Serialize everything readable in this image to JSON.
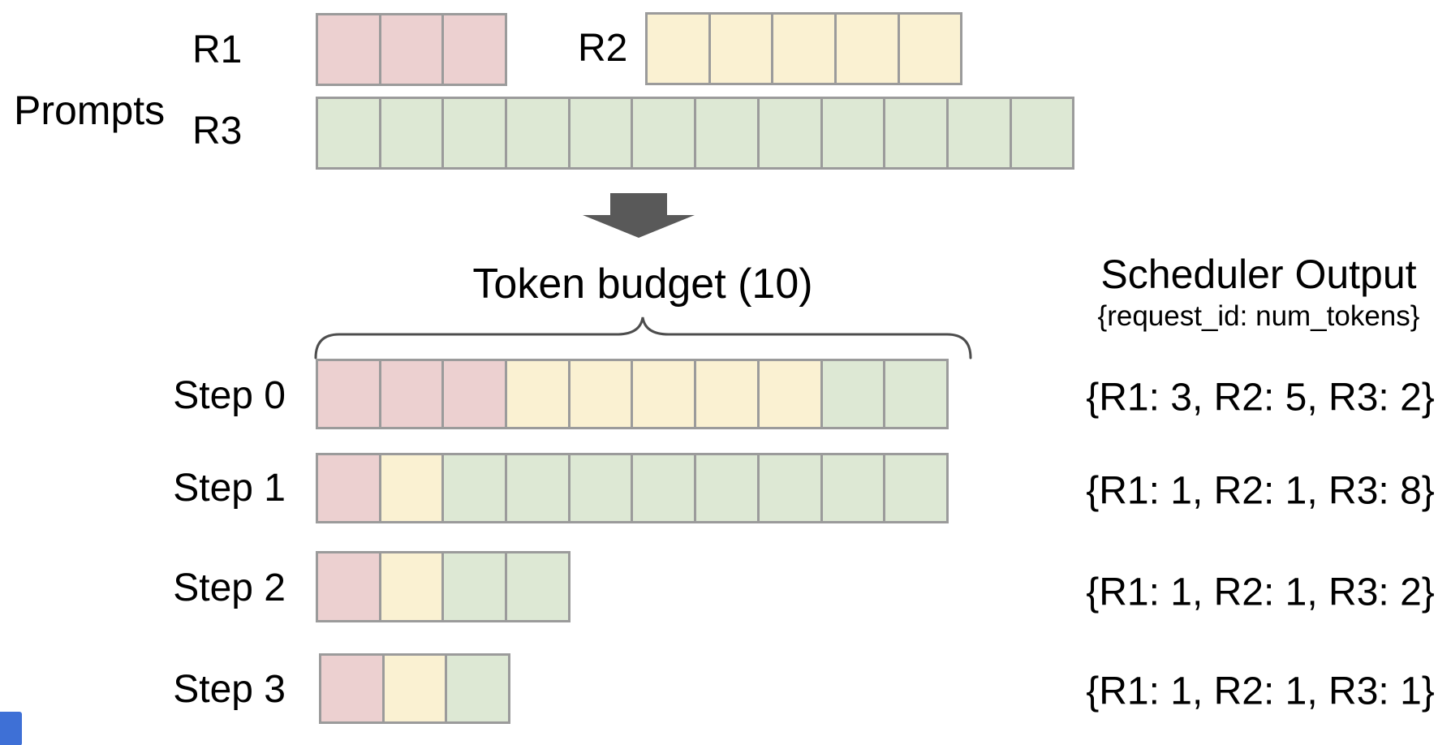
{
  "palette": {
    "r1": "#ecd0d0",
    "r2": "#faf1d2",
    "r3": "#dde8d4",
    "cell_border": "#9b9b9b",
    "arrow": "#595959",
    "brace": "#4d4d4d",
    "text": "#000000",
    "corner_square": "#3e70d6"
  },
  "prompts": {
    "label": "Prompts",
    "rows": [
      {
        "id": "R1",
        "tokens": 3,
        "cells": [
          [
            "r1",
            3
          ]
        ]
      },
      {
        "id": "R2",
        "tokens": 5,
        "cells": [
          [
            "r2",
            5
          ]
        ]
      },
      {
        "id": "R3",
        "tokens": 12,
        "cells": [
          [
            "r3",
            12
          ]
        ]
      }
    ]
  },
  "arrow_icon": "down-block-arrow",
  "token_budget": {
    "label": "Token budget (10)",
    "value": 10
  },
  "scheduler": {
    "title": "Scheduler Output",
    "subtitle": "{request_id: num_tokens}"
  },
  "steps": [
    {
      "label": "Step 0",
      "cells": [
        [
          "r1",
          3
        ],
        [
          "r2",
          5
        ],
        [
          "r3",
          2
        ]
      ],
      "output": "{R1: 3, R2: 5, R3: 2}"
    },
    {
      "label": "Step 1",
      "cells": [
        [
          "r1",
          1
        ],
        [
          "r2",
          1
        ],
        [
          "r3",
          8
        ]
      ],
      "output": "{R1: 1, R2: 1, R3: 8}"
    },
    {
      "label": "Step 2",
      "cells": [
        [
          "r1",
          1
        ],
        [
          "r2",
          1
        ],
        [
          "r3",
          2
        ]
      ],
      "output": "{R1: 1, R2: 1, R3: 2}"
    },
    {
      "label": "Step 3",
      "cells": [
        [
          "r1",
          1
        ],
        [
          "r2",
          1
        ],
        [
          "r3",
          1
        ]
      ],
      "output": "{R1: 1, R2: 1, R3: 1}"
    }
  ]
}
